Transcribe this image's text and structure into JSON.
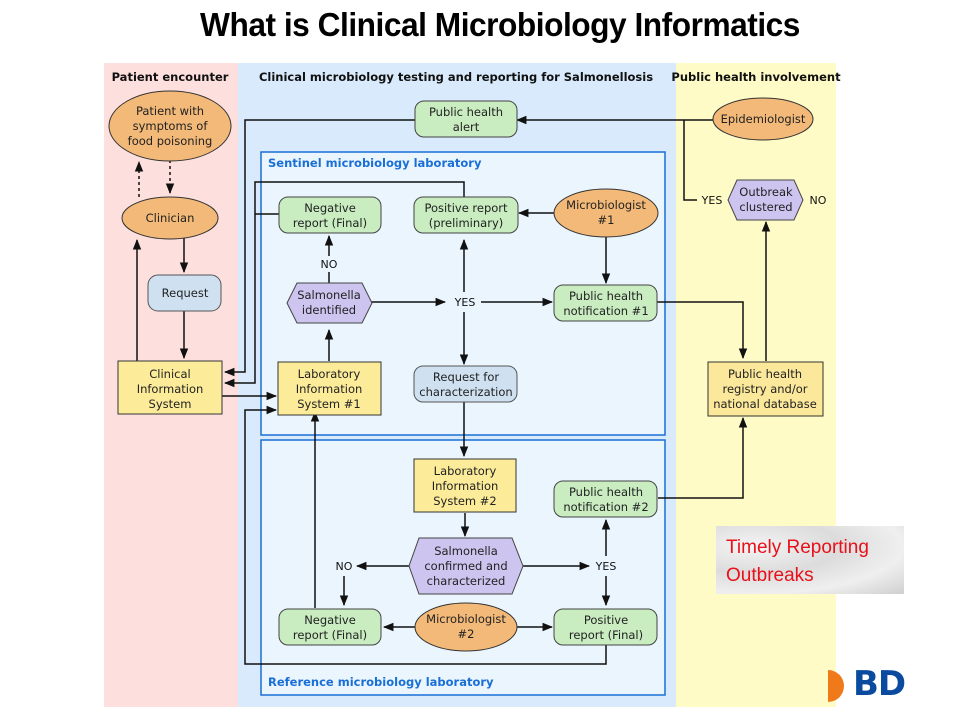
{
  "title": "What is Clinical Microbiology Informatics",
  "lanes": {
    "patient": "Patient encounter",
    "clinical": "Clinical microbiology testing and reporting for Salmonellosis",
    "public": "Public health involvement"
  },
  "labs": {
    "sentinel": "Sentinel microbiology laboratory",
    "reference": "Reference microbiology laboratory"
  },
  "nodes": {
    "patient_symptoms": [
      "Patient with",
      "symptoms of",
      "food poisoning"
    ],
    "clinician": [
      "Clinician"
    ],
    "request": [
      "Request"
    ],
    "cis": [
      "Clinical",
      "Information",
      "System"
    ],
    "ph_alert": [
      "Public health",
      "alert"
    ],
    "neg_report_1": [
      "Negative",
      "report (Final)"
    ],
    "pos_report_prelim": [
      "Positive report",
      "(preliminary)"
    ],
    "microbiologist_1": [
      "Microbiologist",
      "#1"
    ],
    "salmonella_identified": [
      "Salmonella",
      "identified"
    ],
    "ph_notification_1": [
      "Public health",
      "notification #1"
    ],
    "lis_1": [
      "Laboratory",
      "Information",
      "System #1"
    ],
    "request_char": [
      "Request for",
      "characterization"
    ],
    "lis_2": [
      "Laboratory",
      "Information",
      "System #2"
    ],
    "ph_notification_2": [
      "Public health",
      "notification #2"
    ],
    "salmonella_confirmed": [
      "Salmonella",
      "confirmed and",
      "characterized"
    ],
    "neg_report_2": [
      "Negative",
      "report (Final)"
    ],
    "microbiologist_2": [
      "Microbiologist",
      "#2"
    ],
    "pos_report_final": [
      "Positive",
      "report (Final)"
    ],
    "epidemiologist": [
      "Epidemiologist"
    ],
    "outbreak_clustered": [
      "Outbreak",
      "clustered"
    ],
    "ph_registry": [
      "Public health",
      "registry and/or",
      "national database"
    ]
  },
  "labels": {
    "no_1": "NO",
    "yes_1": "YES",
    "no_2": "NO",
    "yes_2": "YES",
    "yes_outbreak": "YES",
    "no_outbreak": "NO"
  },
  "callout": {
    "line1": "Timely Reporting",
    "line2": "Outbreaks"
  },
  "logo": {
    "text": "BD",
    "brand_color": "#0a4a9f",
    "mark_color": "#f07a1a"
  },
  "colors": {
    "lane_patient": "#fde0de",
    "lane_clinical": "#d8eafb",
    "lane_public": "#fefbc6",
    "lab_bg": "#eaf5fe",
    "lab_border": "#1a6fd6",
    "green_node": "#c9ecc0",
    "orange_node": "#f3b978",
    "yellow_node": "#fcec9a",
    "blue_node": "#cfe1f1",
    "purple_node": "#cdc4ef",
    "callout_text": "#e8101a"
  }
}
